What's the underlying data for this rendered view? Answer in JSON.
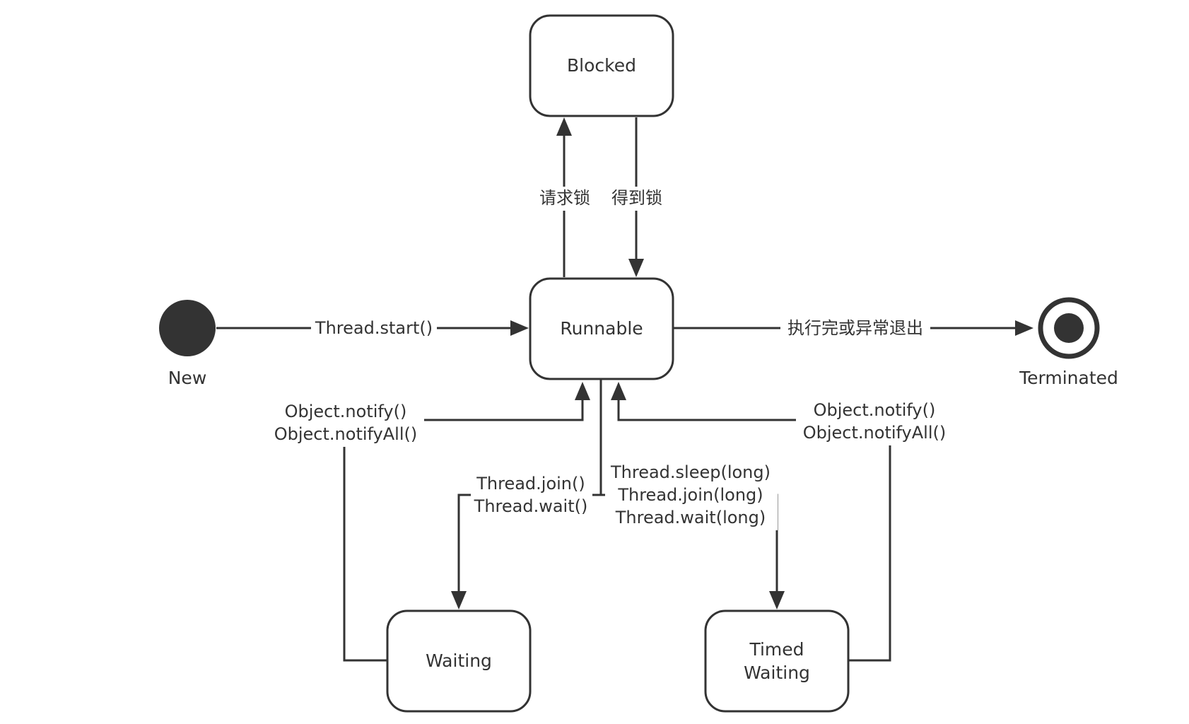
{
  "states": {
    "blocked": "Blocked",
    "runnable": "Runnable",
    "waiting": "Waiting",
    "timed_waiting_line1": "Timed",
    "timed_waiting_line2": "Waiting",
    "new": "New",
    "terminated": "Terminated"
  },
  "transitions": {
    "start": "Thread.start()",
    "request_lock": "请求锁",
    "acquire_lock": "得到锁",
    "exit": "执行完或异常退出",
    "notify_left_1": "Object.notify()",
    "notify_left_2": "Object.notifyAll()",
    "notify_right_1": "Object.notify()",
    "notify_right_2": "Object.notifyAll()",
    "wait_1": "Thread.join()",
    "wait_2": "Thread.wait()",
    "timed_1": "Thread.sleep(long)",
    "timed_2": "Thread.join(long)",
    "timed_3": "Thread.wait(long)"
  },
  "colors": {
    "stroke": "#333333",
    "background": "#ffffff"
  }
}
